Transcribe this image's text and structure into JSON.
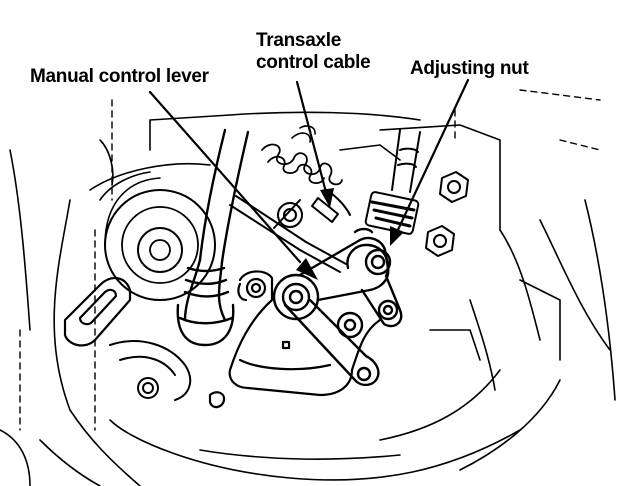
{
  "labels": {
    "manual_control_lever": "Manual control lever",
    "transaxle_control_cable_line1": "Transaxle",
    "transaxle_control_cable_line2": "control cable",
    "adjusting_nut": "Adjusting nut"
  },
  "colors": {
    "ink": "#000000",
    "paper": "#ffffff"
  }
}
